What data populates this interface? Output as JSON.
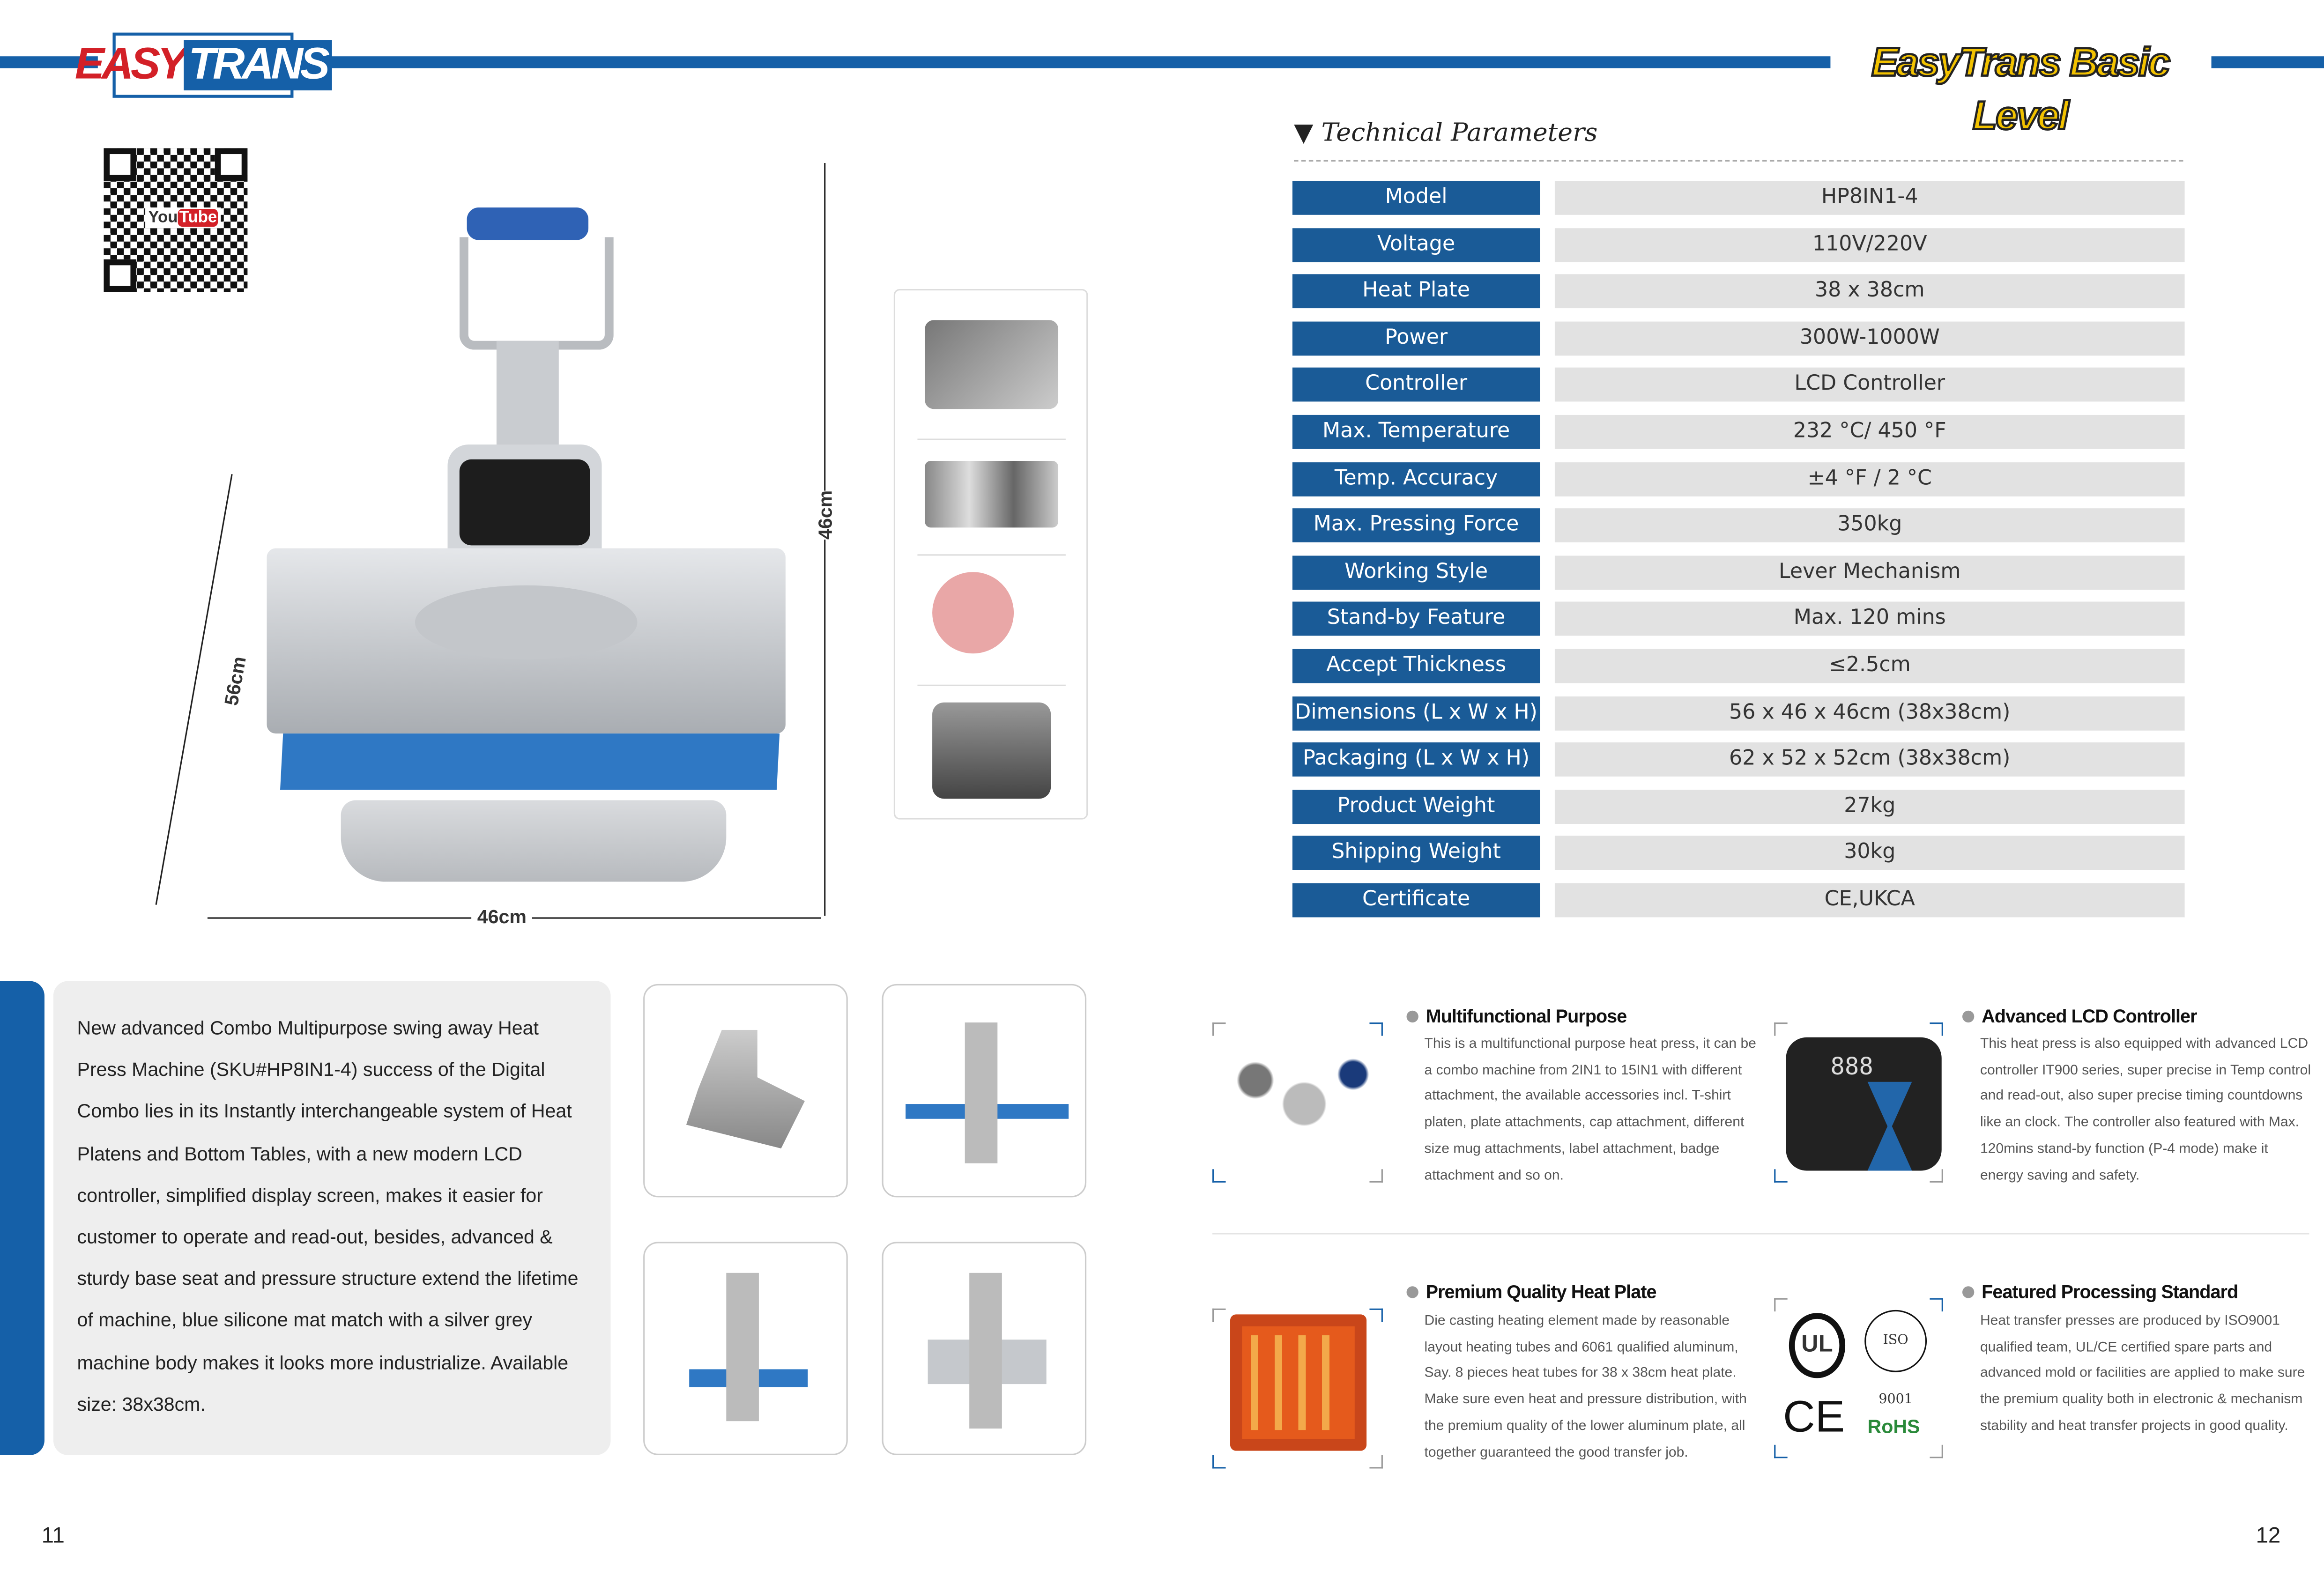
{
  "header": {
    "logo_left": "EASYTRANS",
    "logo_left_parts": [
      "EASY",
      "TRANS"
    ],
    "logo_right": "EasyTrans Basic Level"
  },
  "qr": {
    "label": "YouTube",
    "label_parts": [
      "You",
      "Tube"
    ]
  },
  "dimensions": {
    "height": "46cm",
    "depth": "56cm",
    "width": "46cm"
  },
  "tech": {
    "title": "Technical Parameters",
    "rows": [
      {
        "k": "Model",
        "v": "HP8IN1-4"
      },
      {
        "k": "Voltage",
        "v": "110V/220V"
      },
      {
        "k": "Heat Plate",
        "v": "38 x 38cm"
      },
      {
        "k": "Power",
        "v": "300W-1000W"
      },
      {
        "k": "Controller",
        "v": "LCD Controller"
      },
      {
        "k": "Max. Temperature",
        "v": "232 °C/ 450 °F"
      },
      {
        "k": "Temp. Accuracy",
        "v": "±4 °F / 2 °C"
      },
      {
        "k": "Max. Pressing Force",
        "v": "350kg"
      },
      {
        "k": "Working Style",
        "v": "Lever Mechanism"
      },
      {
        "k": "Stand-by Feature",
        "v": "Max. 120 mins"
      },
      {
        "k": "Accept Thickness",
        "v": "≤2.5cm"
      },
      {
        "k": "Dimensions (L x W x H)",
        "v": "56 x 46 x 46cm (38x38cm)"
      },
      {
        "k": "Packaging (L x W x H)",
        "v": "62 x 52 x 52cm (38x38cm)"
      },
      {
        "k": "Product Weight",
        "v": "27kg"
      },
      {
        "k": "Shipping Weight",
        "v": "30kg"
      },
      {
        "k": "Certificate",
        "v": "CE,UKCA"
      }
    ]
  },
  "description": "New advanced Combo Multipurpose swing away Heat Press Machine (SKU#HP8IN1-4) success of the Digital Combo lies in its Instantly interchangeable system of Heat Platens and Bottom Tables, with a new modern LCD controller, simplified display screen, makes it easier for customer to operate and read-out, besides, advanced & sturdy base seat and pressure structure extend the lifetime of machine, blue silicone mat match with a silver grey machine body makes it looks more industrialize. Available size: 38x38cm.",
  "features": [
    {
      "title": "Multifunctional Purpose",
      "text": "This is a multifunctional purpose heat press, it can be a combo machine from 2IN1 to 15IN1 with different attachment, the available accessories incl. T-shirt platen, plate attachments, cap attachment, different size mug attachments, label attachment, badge attachment and so on."
    },
    {
      "title": "Advanced LCD Controller",
      "text": "This heat press is also equipped with advanced LCD controller IT900 series, super precise in Temp control and read-out, also super precise timing countdowns like an clock. The controller also featured with Max. 120mins stand-by function (P-4 mode) make it energy saving and safety."
    },
    {
      "title": "Premium Quality Heat Plate",
      "text": "Die casting heating element made by reasonable layout heating tubes and 6061 qualified aluminum, Say. 8 pieces heat tubes for 38 x 38cm heat plate. Make sure even heat and pressure distribution, with the premium quality of the lower aluminum plate, all together guaranteed the good transfer job."
    },
    {
      "title": "Featured Processing Standard",
      "text": "Heat transfer presses are produced by ISO9001 qualified team, UL/CE certified spare parts and advanced mold or facilities are applied to make sure the premium quality both in electronic & mechanism stability and heat transfer projects in good quality."
    }
  ],
  "cert_logos": {
    "ul": "UL",
    "iso": "ISO 9001",
    "ce": "CE",
    "rohs": "RoHS"
  },
  "lcd": {
    "digits": "888"
  },
  "pages": {
    "left": "11",
    "right": "12"
  },
  "colors": {
    "brand_blue": "#1560a8",
    "param_key": "#1a5b97",
    "param_val": "#e2e2e2"
  }
}
